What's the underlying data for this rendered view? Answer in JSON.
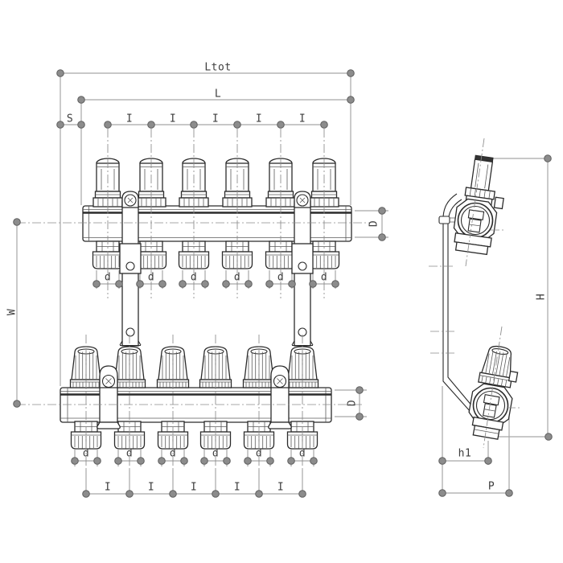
{
  "page": {
    "background": "#ffffff",
    "content": "technical dimension drawing of a 6-circuit heating manifold pair (front view and side view)"
  },
  "labels": {
    "ltot": "Ltot",
    "l": "L",
    "s": "S",
    "i": "I",
    "d_small": "d",
    "d_large": "D",
    "w": "W",
    "h": "H",
    "h1": "h1",
    "p": "P"
  },
  "drawing": {
    "top_manifold_valve_count": 6,
    "bottom_manifold_knob_count": 6,
    "dimension_names": [
      "Ltot",
      "L",
      "S",
      "I",
      "D",
      "d",
      "W",
      "H",
      "h1",
      "P"
    ]
  },
  "colors": {
    "outline": "#2b2b2b",
    "detail_line": "#5a5a5a",
    "dimension_line": "#a6a6a6",
    "centerline": "#8a8a8a",
    "dot_fill": "#8c8c8c",
    "dot_stroke": "#5f5f5f",
    "label_text": "#3d3d3d",
    "background": "#ffffff"
  }
}
